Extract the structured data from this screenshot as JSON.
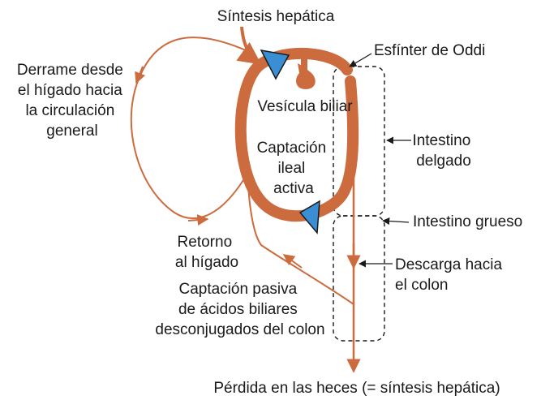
{
  "labels": {
    "sintesis": "Síntesis hepática",
    "oddi": "Esfínter de Oddi",
    "derrame": [
      "Derrame desde",
      "el hígado hacia",
      "la circulación",
      "general"
    ],
    "vesicula": "Vesícula biliar",
    "captacion_ileal": [
      "Captación",
      "ileal",
      "activa"
    ],
    "intestino_delgado": [
      "Intestino",
      "delgado"
    ],
    "intestino_grueso": "Intestino grueso",
    "retorno": [
      "Retorno",
      "al hígado"
    ],
    "descarga": [
      "Descarga hacia",
      "el colon"
    ],
    "captacion_pasiva": [
      "Captación pasiva",
      "de ácidos biliares",
      "desconjugados del colon"
    ],
    "perdida": "Pérdida en las heces (= síntesis hepática)"
  },
  "colors": {
    "loop": "#cc6b3e",
    "triangle": "#3a8fd4",
    "text": "#1a1a1a",
    "dashed": "#1a1a1a"
  }
}
